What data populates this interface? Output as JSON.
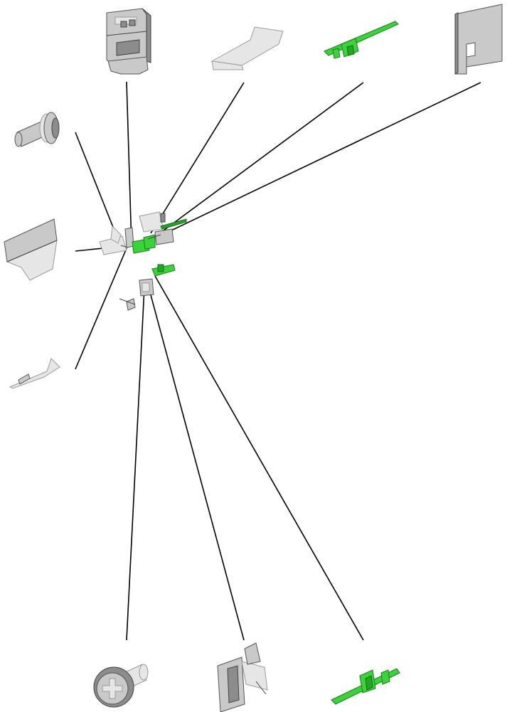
{
  "diagram": {
    "type": "exploded-assembly-illustration",
    "colors": {
      "highlight_part": "#39d439",
      "standard_part": "#c9c9c9",
      "leader_line": "#000000",
      "background": "#ffffff"
    },
    "parts": [
      {
        "id": "bracket-clip",
        "color": "standard_part"
      },
      {
        "id": "flat-plate",
        "color": "standard_part"
      },
      {
        "id": "green-bracket-top",
        "color": "highlight_part"
      },
      {
        "id": "notched-plate",
        "color": "standard_part"
      },
      {
        "id": "shoulder-screw",
        "color": "standard_part"
      },
      {
        "id": "bent-sheet",
        "color": "standard_part"
      },
      {
        "id": "spring-clip",
        "color": "standard_part"
      },
      {
        "id": "phillips-screw",
        "color": "standard_part"
      },
      {
        "id": "u-clip",
        "color": "standard_part"
      },
      {
        "id": "green-bracket-bottom",
        "color": "highlight_part"
      }
    ]
  }
}
